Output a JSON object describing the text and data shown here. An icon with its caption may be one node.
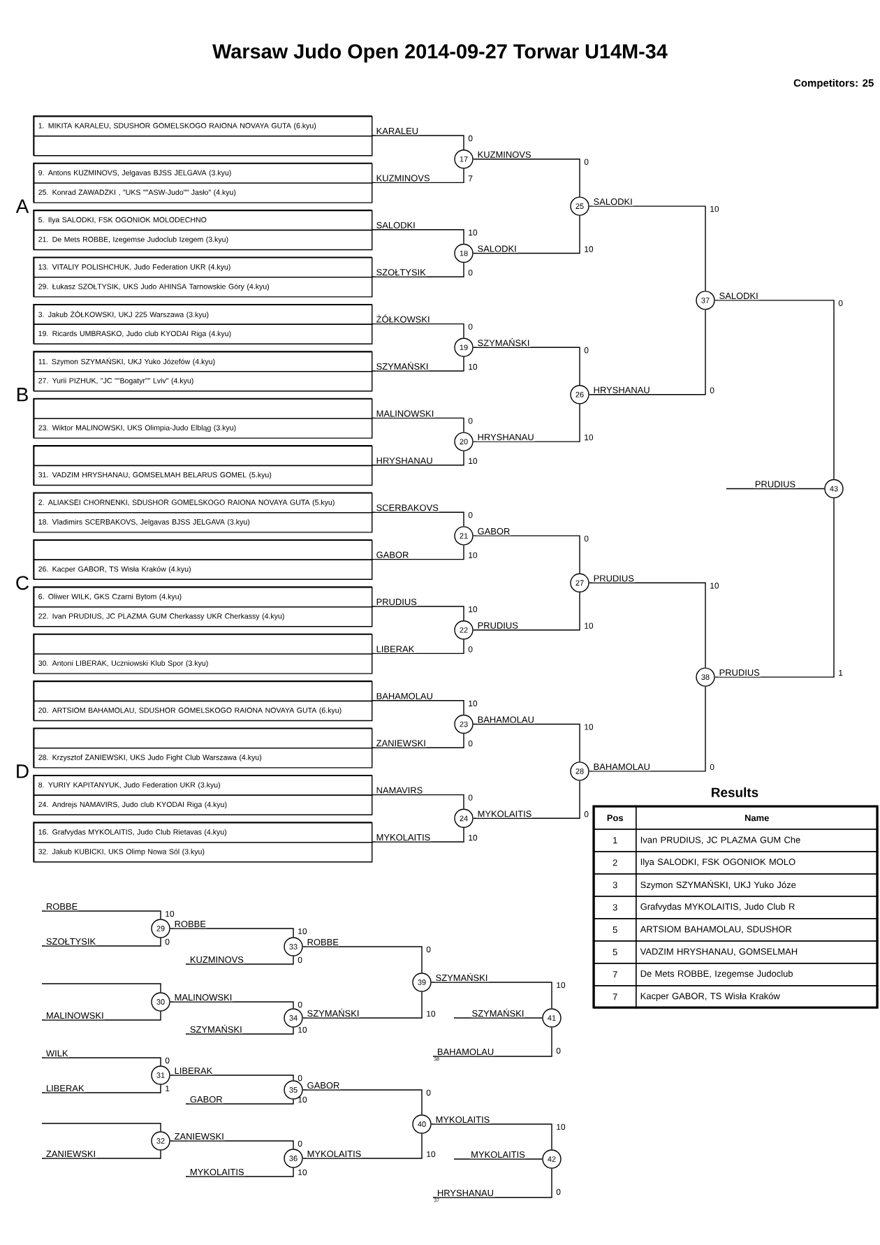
{
  "diagram": {
    "title": "Warsaw Judo Open  2014-09-27  Torwar   U14M-34",
    "nodes": [
      {
        "text": [],
        "shape": "box"
      },
      {
        "text": [
          "1. MIKITA KARALEU, SDUSHOR GOMELSKOGO RAIONA NOVAYA GUTA (6.kyu)"
        ],
        "in": 0
      },
      {
        "text": [],
        "shape": "box",
        "in": 0
      },
      {
        "text": [],
        "shape": "box"
      },
      {
        "text": [
          "9. Antons KUZMINOVS, Jelgavas BJSS JELGAVA (3.kyu)"
        ],
        "in": 3
      },
      {
        "text": [
          "25. Konrad ZAWADZKI , \"UKS \"\"ASW-Judo\"\" Jasło\" (4.kyu)"
        ],
        "in": 3
      },
      {
        "text": [],
        "shape": "box"
      },
      {
        "text": [
          "5. Ilya SALODKI, FSK OGONIOK MOLODECHNO"
        ],
        "in": 6
      },
      {
        "text": [
          "21. De Mets ROBBE, Izegemse Judoclub Izegem (3.kyu)"
        ],
        "in": 6
      },
      {
        "text": [],
        "shape": "box"
      },
      {
        "text": [
          "13. VITALIY POLISHCHUK, Judo Federation UKR (4.kyu)"
        ],
        "in": 9
      },
      {
        "text": [
          "29. Łukasz SZOŁTYSIK, UKS Judo AHINSA Tarnowskie Góry (4.kyu)"
        ],
        "in": 9
      },
      {
        "text": [],
        "shape": "box"
      },
      {
        "text": [
          "3. Jakub ŻÓŁKOWSKI, UKJ 225 Warszawa (3.kyu)"
        ],
        "in": 12
      },
      {
        "text": [
          "19. Ricards UMBRASKO, Judo club KYODAI Riga (4.kyu)"
        ],
        "in": 12
      },
      {
        "text": [],
        "shape": "box"
      },
      {
        "text": [
          "11. Szymon SZYMAŃSKI, UKJ Yuko Józefów (4.kyu)"
        ],
        "in": 15
      },
      {
        "text": [
          "27. Yurii PIZHUK, \"JC \"\"Bogatyr\"\" Lviv\" (4.kyu)"
        ],
        "in": 15
      },
      {
        "text": [],
        "shape": "box"
      },
      {
        "text": [],
        "shape": "box",
        "in": 18
      },
      {
        "text": [
          "23. Wiktor MALINOWSKI, UKS Olimpia-Judo Elbląg (3.kyu)"
        ],
        "in": 18
      },
      {
        "text": [],
        "shape": "box"
      },
      {
        "text": [],
        "shape": "box",
        "in": 21
      },
      {
        "text": [
          "31. VADZIM HRYSHANAU, GOMSELMAH BELARUS GOMEL (5.kyu)"
        ],
        "in": 21
      },
      {
        "text": [],
        "shape": "box"
      },
      {
        "text": [
          "2. ALIAKSEI CHORNENKI, SDUSHOR GOMELSKOGO RAIONA NOVAYA GUTA (5.kyu)"
        ],
        "in": 24
      },
      {
        "text": [
          "18. Vladimirs SCERBAKOVS, Jelgavas BJSS JELGAVA (3.kyu)"
        ],
        "in": 24
      },
      {
        "text": [],
        "shape": "box"
      },
      {
        "text": [],
        "shape": "box",
        "in": 27
      },
      {
        "text": [
          "26. Kacper GABOR, TS Wisła Kraków (4.kyu)"
        ],
        "in": 27
      },
      {
        "text": [],
        "shape": "box"
      },
      {
        "text": [
          "6. Oliwer WILK, GKS Czarni Bytom (4.kyu)"
        ],
        "in": 30
      },
      {
        "text": [
          "22. Ivan PRUDIUS, JC PLAZMA GUM Cherkassy UKR Cherkassy (4.kyu)"
        ],
        "in": 30
      },
      {
        "text": [],
        "shape": "box"
      },
      {
        "text": [],
        "shape": "box",
        "in": 33
      },
      {
        "text": [
          "30. Antoni LIBERAK, Uczniowski Klub Spor (3.kyu)"
        ],
        "in": 33
      },
      {
        "text": [],
        "shape": "box"
      },
      {
        "text": [],
        "shape": "box",
        "in": 36
      },
      {
        "text": [
          "20. ARTSIOM BAHAMOLAU, SDUSHOR GOMELSKOGO RAIONA NOVAYA GUTA (6.kyu)"
        ],
        "in": 36
      },
      {
        "text": [],
        "shape": "box"
      },
      {
        "text": [],
        "shape": "box",
        "in": 39
      },
      {
        "text": [
          "28. Krzysztof ZANIEWSKI, UKS Judo Fight Club Warszawa (4.kyu)"
        ],
        "in": 39
      },
      {
        "text": [],
        "shape": "box"
      },
      {
        "text": [
          "8. YURIY KAPITANYUK, Judo Federation UKR (3.kyu)"
        ],
        "in": 42
      },
      {
        "text": [
          "24. Andrejs NAMAVIRS, Judo club KYODAI Riga (4.kyu)"
        ],
        "in": 42
      },
      {
        "text": [],
        "shape": "box"
      },
      {
        "text": [
          "16. Grafvydas MYKOLAITIS, Judo Club Rietavas (4.kyu)"
        ],
        "in": 45
      },
      {
        "text": [
          "32. Jakub KUBICKI, UKS Olimp Nowa Sól (3.kyu)"
        ],
        "in": 45
      },
      {
        "text": [
          "17"
        ],
        "beside": [
          "0",
          "7"
        ]
      },
      {
        "text": [
          "18"
        ],
        "beside": [
          "10",
          "0"
        ]
      },
      {
        "text": [
          "19"
        ],
        "beside": [
          "0",
          "10"
        ]
      },
      {
        "text": [
          "20"
        ],
        "beside": [
          "0",
          "10"
        ]
      },
      {
        "text": [
          "21"
        ],
        "beside": [
          "0",
          "10"
        ]
      },
      {
        "text": [
          "22"
        ],
        "beside": [
          "10",
          "0"
        ]
      },
      {
        "text": [
          "23"
        ],
        "beside": [
          "10",
          "0"
        ]
      },
      {
        "text": [
          "24"
        ],
        "beside": [
          "0",
          "10"
        ]
      },
      {
        "text": [
          "25"
        ],
        "beside": [
          "0",
          "10"
        ]
      },
      {
        "text": [
          "26"
        ],
        "beside": [
          "0",
          "10"
        ]
      },
      {
        "text": [
          "27"
        ],
        "beside": [
          "0",
          "10"
        ]
      },
      {
        "text": [
          "28"
        ],
        "beside": [
          "10",
          "0"
        ]
      },
      {
        "text": [
          "29"
        ],
        "beside": [
          "10",
          "0"
        ]
      },
      {
        "text": [
          "30"
        ]
      },
      {
        "text": [
          "31"
        ],
        "beside": [
          "0",
          "1"
        ]
      },
      {
        "text": [
          "32"
        ]
      },
      {
        "text": [
          "33"
        ],
        "beside": [
          "10",
          "0"
        ]
      },
      {
        "text": [
          "34"
        ],
        "beside": [
          "0",
          "10"
        ]
      },
      {
        "text": [
          "35"
        ],
        "beside": [
          "0",
          "10"
        ]
      },
      {
        "text": [
          "36"
        ],
        "beside": [
          "0",
          "10"
        ]
      },
      {
        "text": [
          "37"
        ]
      },
      {
        "text": [
          "38"
        ]
      },
      {
        "text": [
          "39"
        ],
        "beside": [
          "0",
          "10"
        ]
      },
      {
        "text": [
          "40"
        ],
        "beside": [
          "0",
          "10"
        ]
      },
      {
        "text": [
          "41"
        ],
        "beside": [
          "10",
          "0"
        ]
      },
      {
        "text": [
          "42"
        ],
        "beside": [
          "10",
          "0"
        ]
      },
      {
        "text": [
          "43"
        ]
      },
      {
        "text": [
          "38"
        ]
      },
      {
        "text": [
          "37"
        ]
      }
    ],
    "edges": [
      {
        "from": 0,
        "to": 48,
        "arrow": "none",
        "label": "KARALEU"
      },
      {
        "from": 3,
        "to": 48,
        "arrow": "none",
        "label": "KUZMINOVS"
      },
      {
        "from": 6,
        "to": 49,
        "arrow": "none",
        "label": "SALODKI"
      },
      {
        "from": 9,
        "to": 49,
        "arrow": "none",
        "label": "SZOŁTYSIK"
      },
      {
        "from": 12,
        "to": 50,
        "arrow": "none",
        "label": "ŻÓŁKOWSKI"
      },
      {
        "from": 15,
        "to": 50,
        "arrow": "none",
        "label": "SZYMAŃSKI"
      },
      {
        "from": 18,
        "to": 51,
        "arrow": "none",
        "label": "MALINOWSKI"
      },
      {
        "from": 21,
        "to": 51,
        "arrow": "none",
        "label": "HRYSHANAU"
      },
      {
        "from": 24,
        "to": 52,
        "arrow": "none",
        "label": "SCERBAKOVS"
      },
      {
        "from": 27,
        "to": 52,
        "arrow": "none",
        "label": "GABOR"
      },
      {
        "from": 30,
        "to": 53,
        "arrow": "none",
        "label": "PRUDIUS"
      },
      {
        "from": 33,
        "to": 53,
        "arrow": "none",
        "label": "LIBERAK"
      },
      {
        "from": 36,
        "to": 54,
        "arrow": "none",
        "label": "BAHAMOLAU"
      },
      {
        "from": 39,
        "to": 54,
        "arrow": "none",
        "label": "ZANIEWSKI"
      },
      {
        "from": 42,
        "to": 55,
        "arrow": "none",
        "label": "NAMAVIRS"
      },
      {
        "from": 45,
        "to": 55,
        "arrow": "none",
        "label": "MYKOLAITIS"
      },
      {
        "from": 48,
        "to": 56,
        "arrow": "none",
        "label": "KUZMINOVS"
      },
      {
        "from": 49,
        "to": 56,
        "arrow": "none",
        "label": "SALODKI"
      },
      {
        "from": 50,
        "to": 57,
        "arrow": "none",
        "label": "SZYMAŃSKI"
      },
      {
        "from": 51,
        "to": 57,
        "arrow": "none",
        "label": "HRYSHANAU"
      },
      {
        "from": 52,
        "to": 58,
        "arrow": "none",
        "label": "GABOR"
      },
      {
        "from": 53,
        "to": 58,
        "arrow": "none",
        "label": "PRUDIUS"
      },
      {
        "from": 54,
        "to": 59,
        "arrow": "none",
        "label": "BAHAMOLAU"
      },
      {
        "from": 55,
        "to": 59,
        "arrow": "none",
        "label": "MYKOLAITIS"
      },
      {
        "from": 56,
        "to": 68,
        "arrow": "none",
        "label": "SALODKI"
      },
      {
        "from": 57,
        "to": 68,
        "arrow": "none",
        "label": "HRYSHANAU"
      },
      {
        "from": 58,
        "to": 69,
        "arrow": "none",
        "label": "PRUDIUS"
      },
      {
        "from": 59,
        "to": 69,
        "arrow": "none",
        "label": "BAHAMOLAU"
      },
      {
        "from": 68,
        "to": 74,
        "arrow": "none",
        "label": "SALODKI"
      },
      {
        "from": 69,
        "to": 74,
        "arrow": "none",
        "label": "PRUDIUS"
      },
      {
        "from": 74,
        "to": null,
        "arrow": "none",
        "label": "PRUDIUS"
      },
      {
        "from": null,
        "to": 60,
        "arrow": "none",
        "label": "ROBBE"
      },
      {
        "from": null,
        "to": 60,
        "arrow": "none",
        "label": "SZOŁTYSIK"
      },
      {
        "from": null,
        "to": 61,
        "arrow": "none"
      },
      {
        "from": null,
        "to": 61,
        "arrow": "none",
        "label": "MALINOWSKI"
      },
      {
        "from": null,
        "to": 62,
        "arrow": "none",
        "label": "WILK"
      },
      {
        "from": null,
        "to": 62,
        "arrow": "none",
        "label": "LIBERAK"
      },
      {
        "from": null,
        "to": 63,
        "arrow": "none"
      },
      {
        "from": null,
        "to": 63,
        "arrow": "none",
        "label": "ZANIEWSKI"
      },
      {
        "from": 60,
        "to": 64,
        "arrow": "none",
        "label": "ROBBE"
      },
      {
        "from": null,
        "to": 64,
        "arrow": "none",
        "label": "KUZMINOVS"
      },
      {
        "from": 61,
        "to": 65,
        "arrow": "none",
        "label": "MALINOWSKI"
      },
      {
        "from": null,
        "to": 65,
        "arrow": "none",
        "label": "SZYMAŃSKI"
      },
      {
        "from": 62,
        "to": 66,
        "arrow": "none",
        "label": "LIBERAK"
      },
      {
        "from": null,
        "to": 66,
        "arrow": "none",
        "label": "GABOR"
      },
      {
        "from": 63,
        "to": 67,
        "arrow": "none",
        "label": "ZANIEWSKI"
      },
      {
        "from": null,
        "to": 67,
        "arrow": "none",
        "label": "MYKOLAITIS"
      },
      {
        "from": 64,
        "to": 70,
        "arrow": "none",
        "label": "ROBBE"
      },
      {
        "from": 65,
        "to": 70,
        "arrow": "none",
        "label": "SZYMAŃSKI"
      },
      {
        "from": 66,
        "to": 71,
        "arrow": "none",
        "label": "GABOR"
      },
      {
        "from": 67,
        "to": 71,
        "arrow": "none",
        "label": "MYKOLAITIS"
      },
      {
        "from": 70,
        "to": 72,
        "arrow": "none",
        "label": "SZYMAŃSKI"
      },
      {
        "from": 75,
        "to": 72,
        "arrow": "none",
        "label": "BAHAMOLAU"
      },
      {
        "from": 72,
        "to": null,
        "arrow": "none",
        "label": "SZYMAŃSKI"
      },
      {
        "from": 71,
        "to": 73,
        "arrow": "none",
        "label": "MYKOLAITIS"
      },
      {
        "from": 76,
        "to": 73,
        "arrow": "none",
        "label": "HRYSHANAU"
      },
      {
        "from": 73,
        "to": null,
        "arrow": "none",
        "label": "MYKOLAITIS"
      }
    ],
    "labels": [
      "Competitors: 25",
      "A",
      "B",
      "C",
      "D",
      "Results",
      "Pos",
      "Name",
      "1",
      "Ivan PRUDIUS, JC PLAZMA GUM Che",
      "2",
      "Ilya SALODKI, FSK OGONIOK MOLO",
      "3",
      "Szymon SZYMAŃSKI, UKJ Yuko Józe",
      "3",
      "Grafvydas MYKOLAITIS, Judo Club R",
      "5",
      "ARTSIOM BAHAMOLAU, SDUSHOR",
      "5",
      "VADZIM HRYSHANAU, GOMSELMAH",
      "7",
      "De Mets ROBBE, Izegemse Judoclub",
      "7",
      "Kacper GABOR, TS Wisła Kraków",
      "10",
      "0",
      "10",
      "0",
      "0",
      "1"
    ]
  }
}
